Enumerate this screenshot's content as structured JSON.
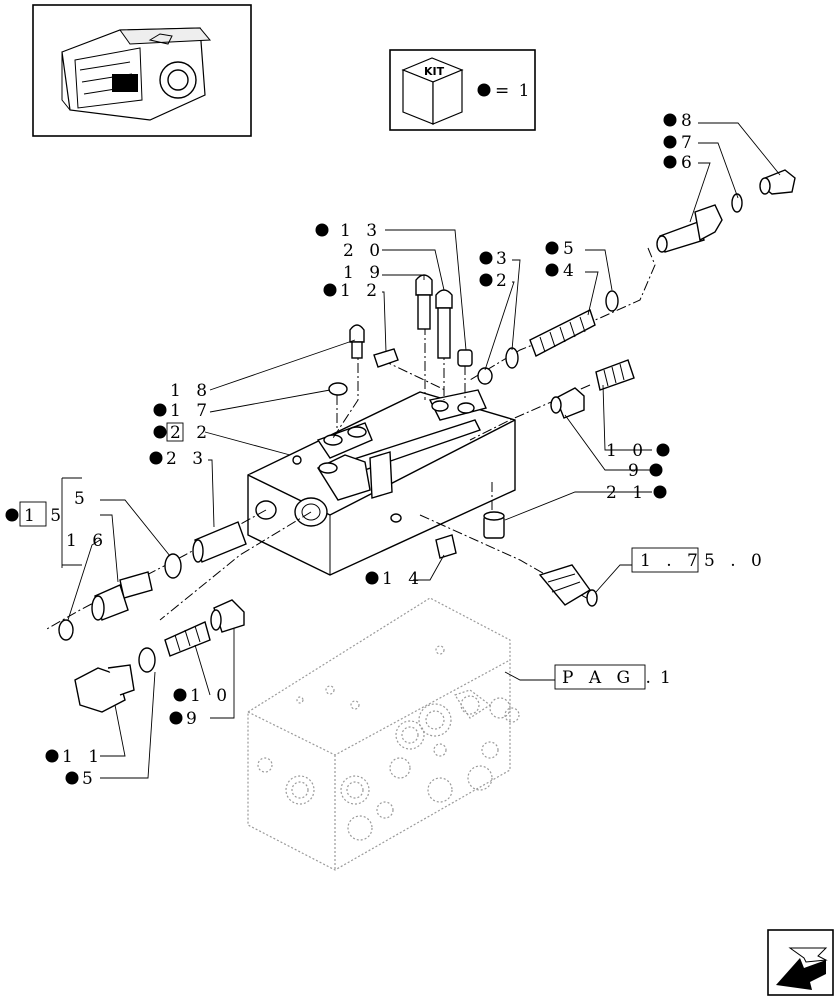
{
  "kit_legend": {
    "kit_label": "KIT",
    "equals_text": "= 1"
  },
  "callouts": [
    {
      "id": "c8",
      "text": "8"
    },
    {
      "id": "c7",
      "text": "7"
    },
    {
      "id": "c6",
      "text": "6"
    },
    {
      "id": "c13",
      "text": "1 3"
    },
    {
      "id": "c20",
      "text": "2 0"
    },
    {
      "id": "c19",
      "text": "1 9"
    },
    {
      "id": "c12",
      "text": "1 2"
    },
    {
      "id": "c3",
      "text": "3"
    },
    {
      "id": "c2",
      "text": "2"
    },
    {
      "id": "c5a",
      "text": "5"
    },
    {
      "id": "c4",
      "text": "4"
    },
    {
      "id": "c18",
      "text": "1 8"
    },
    {
      "id": "c17",
      "text": "1 7"
    },
    {
      "id": "c22",
      "text": "2 2"
    },
    {
      "id": "c23",
      "text": "2 3"
    },
    {
      "id": "c10a",
      "text": "1 0"
    },
    {
      "id": "c9a",
      "text": "9"
    },
    {
      "id": "c21",
      "text": "2 1"
    },
    {
      "id": "c15",
      "text": "1 5"
    },
    {
      "id": "c5b",
      "text": "5"
    },
    {
      "id": "c16",
      "text": "1 6"
    },
    {
      "id": "c14",
      "text": "1 4"
    },
    {
      "id": "c10b",
      "text": "1 0"
    },
    {
      "id": "c9b",
      "text": "9"
    },
    {
      "id": "c11",
      "text": "1 1"
    },
    {
      "id": "c5c",
      "text": "5"
    }
  ],
  "references": {
    "ref_175_box": "1 . 7",
    "ref_175_tail": "5 . 0",
    "pag_box": "P A G .",
    "pag_tail": "1"
  },
  "icons": [
    "tractor-thumbnail",
    "kit-cube-icon",
    "kit-dot-icon",
    "next-page-arrow-icon"
  ]
}
